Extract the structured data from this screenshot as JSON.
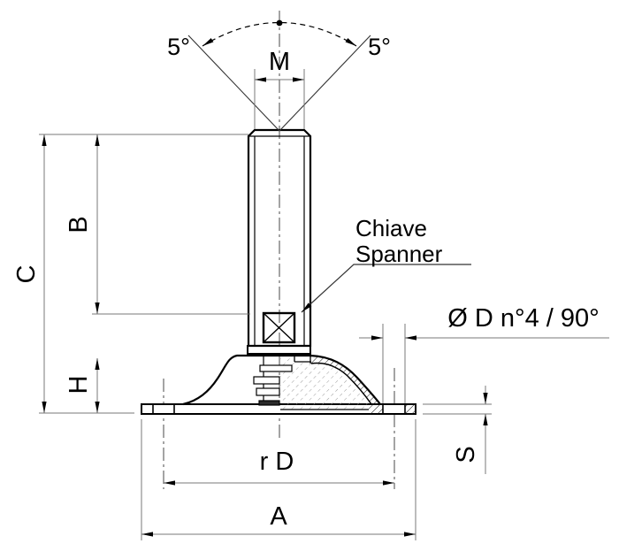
{
  "drawing": {
    "labels": {
      "angle_left": "5°",
      "angle_right": "5°",
      "thread_diameter": "M",
      "dim_c": "C",
      "dim_b": "B",
      "dim_h": "H",
      "spanner_line1": "Chiave",
      "spanner_line2": "Spanner",
      "holes_spec": "Ø D n°4 / 90°",
      "holes_pitch": "r D",
      "base_diameter": "A",
      "base_thickness": "S"
    },
    "colors": {
      "line": "#000000",
      "dimension_line": "#787878",
      "centerline": "#4a4a4a",
      "background": "#ffffff",
      "hatch_metal": "#151515",
      "hatch_rubber": "#9b9b9b"
    }
  }
}
